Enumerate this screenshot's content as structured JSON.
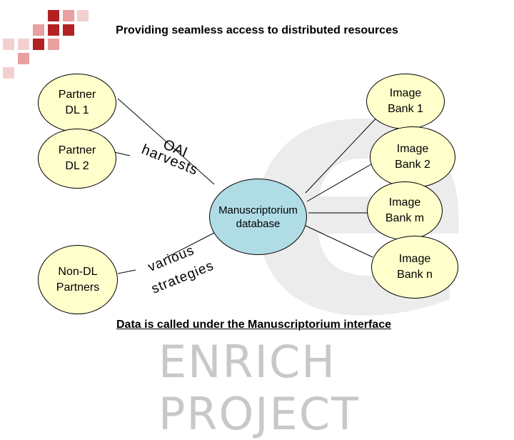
{
  "title": "Providing seamless access to distributed resources",
  "caption": "Data is called under the Manuscriptorium interface",
  "footer_logo": "ENRICH PROJECT",
  "colors": {
    "node_fill": "#ffffcc",
    "center_fill": "#b0dce6",
    "square_red": "#b22222",
    "square_pink": "#e8a0a0"
  },
  "nodes": {
    "partner_dl_1": "Partner\nDL 1",
    "partner_dl_2": "Partner\nDL 2",
    "non_dl_partners": "Non-DL\nPartners",
    "image_bank_1": "Image\nBank 1",
    "image_bank_2": "Image\nBank 2",
    "image_bank_m": "Image\nBank m",
    "image_bank_n": "Image\nBank n",
    "manuscriptorium": "Manuscriptorium\ndatabase"
  },
  "labels": {
    "oai": "OAI",
    "harvests": "harvests",
    "various": "various",
    "strategies": "strategies"
  }
}
